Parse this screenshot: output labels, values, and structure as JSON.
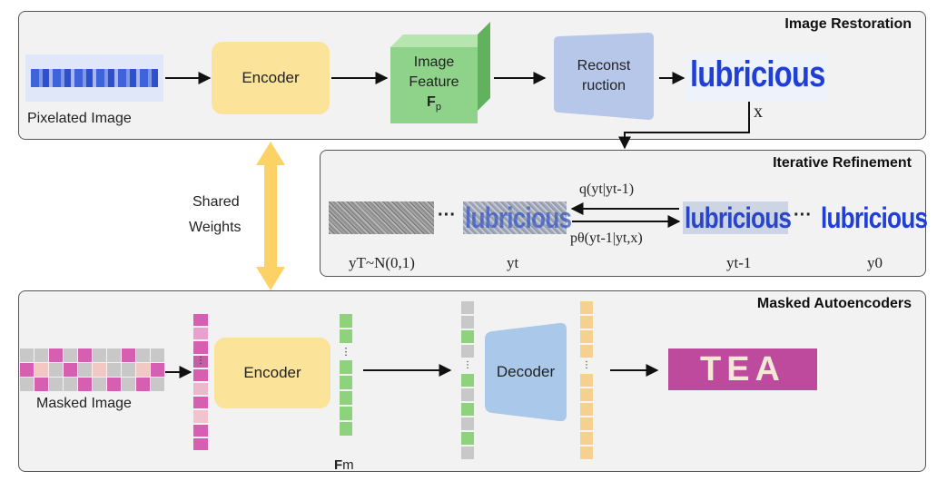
{
  "colors": {
    "panel_bg": "#f2f2f2",
    "encoder": "#fbe49a",
    "feature": "#8fd28a",
    "reconstruction": "#b6c7ea",
    "decoder": "#a9c8ea",
    "shared_arrow": "#fcd267",
    "text_blue": "#1f3fd6",
    "mask_pink": "#d65fb2",
    "mask_gray": "#c8c8c8",
    "token_green": "#8fd27e",
    "token_orange": "#f6d08f",
    "tea_bg": "#bd4a9c"
  },
  "restoration": {
    "title": "Image Restoration",
    "input_label": "Pixelated Image",
    "encoder": "Encoder",
    "feature_line1": "Image",
    "feature_line2": "Feature",
    "feature_symbol": "F",
    "feature_sub": "p",
    "recon_line1": "Reconst",
    "recon_line2": "ruction",
    "output_word": "lubricious",
    "output_symbol": "x"
  },
  "shared": {
    "line1": "Shared",
    "line2": "Weights"
  },
  "refinement": {
    "title": "Iterative Refinement",
    "dots": "···",
    "word": "lubricious",
    "q_label": "q(yt|yt-1)",
    "p_label": "pθ(yt-1|yt,x)",
    "label_T": "yT~N(0,1)",
    "label_t": "yt",
    "label_t1": "yt-1",
    "label_0": "y0"
  },
  "mae": {
    "title": "Masked Autoencoders",
    "input_label": "Masked Image",
    "encoder": "Encoder",
    "decoder": "Decoder",
    "feature_symbol": "F",
    "feature_sub": "m",
    "vdots": "⋮",
    "output_text": "TEA"
  }
}
